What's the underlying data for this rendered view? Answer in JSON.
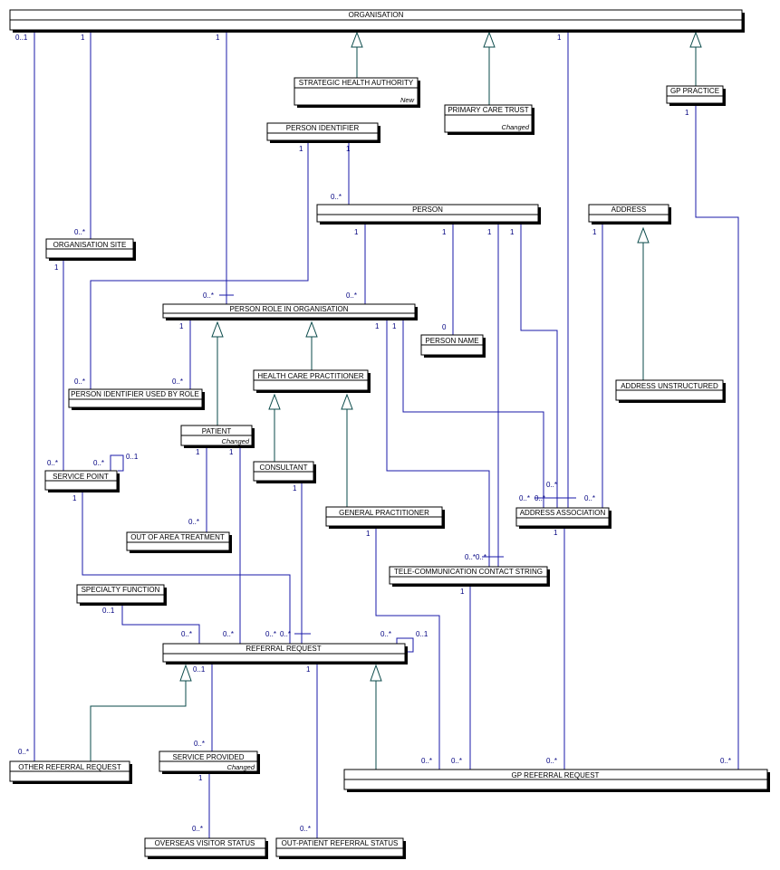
{
  "entities": {
    "organisation": {
      "title": "ORGANISATION"
    },
    "strategic_health_authority": {
      "title": "STRATEGIC HEALTH AUTHORITY",
      "note": "New"
    },
    "primary_care_trust": {
      "title": "PRIMARY CARE TRUST",
      "note": "Changed"
    },
    "gp_practice": {
      "title": "GP PRACTICE"
    },
    "person_identifier": {
      "title": "PERSON IDENTIFIER"
    },
    "person": {
      "title": "PERSON"
    },
    "address": {
      "title": "ADDRESS"
    },
    "organisation_site": {
      "title": "ORGANISATION SITE"
    },
    "person_role_in_organisation": {
      "title": "PERSON ROLE IN ORGANISATION"
    },
    "person_name": {
      "title": "PERSON NAME"
    },
    "health_care_practitioner": {
      "title": "HEALTH CARE PRACTITIONER"
    },
    "address_unstructured": {
      "title": "ADDRESS UNSTRUCTURED"
    },
    "person_identifier_used_by_role": {
      "title": "PERSON IDENTIFIER USED BY ROLE"
    },
    "patient": {
      "title": "PATIENT",
      "note": "Changed"
    },
    "service_point": {
      "title": "SERVICE POINT"
    },
    "consultant": {
      "title": "CONSULTANT"
    },
    "general_practitioner": {
      "title": "GENERAL PRACTITIONER"
    },
    "address_association": {
      "title": "ADDRESS ASSOCIATION"
    },
    "out_of_area_treatment": {
      "title": "OUT OF AREA TREATMENT"
    },
    "tele_communication_contact_string": {
      "title": "TELE-COMMUNICATION CONTACT STRING"
    },
    "specialty_function": {
      "title": "SPECIALTY FUNCTION"
    },
    "referral_request": {
      "title": "REFERRAL REQUEST"
    },
    "other_referral_request": {
      "title": "OTHER REFERRAL REQUEST"
    },
    "service_provided": {
      "title": "SERVICE PROVIDED",
      "note": "Changed"
    },
    "gp_referral_request": {
      "title": "GP REFERRAL REQUEST"
    },
    "overseas_visitor_status": {
      "title": "OVERSEAS VISITOR STATUS"
    },
    "out_patient_referral_status": {
      "title": "OUT-PATIENT REFERRAL STATUS"
    }
  },
  "multiplicities": {
    "m_0_1": "0..1",
    "m_1": "1",
    "m_0_many": "0..*",
    "m_0": "0"
  }
}
